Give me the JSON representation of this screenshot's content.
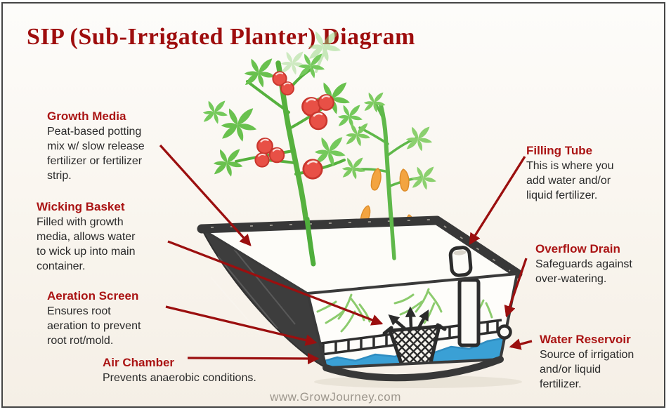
{
  "title": "SIP (Sub-Irrigated Planter) Diagram",
  "footer": "www.GrowJourney.com",
  "labels": [
    {
      "id": "growth-media",
      "heading": "Growth Media",
      "lines": [
        "Peat-based potting",
        "mix w/ slow release",
        "fertilizer or fertilizer",
        "strip."
      ]
    },
    {
      "id": "wicking-basket",
      "heading": "Wicking Basket",
      "lines": [
        "Filled with growth",
        "media, allows water",
        "to wick up into main",
        "container."
      ]
    },
    {
      "id": "aeration-screen",
      "heading": "Aeration Screen",
      "lines": [
        "Ensures root",
        "aeration to prevent",
        "root rot/mold."
      ]
    },
    {
      "id": "air-chamber",
      "heading": "Air Chamber",
      "lines": [
        "Prevents anaerobic conditions."
      ]
    },
    {
      "id": "filling-tube",
      "heading": "Filling Tube",
      "lines": [
        "This is where you",
        "add water and/or",
        "liquid fertilizer."
      ]
    },
    {
      "id": "overflow-drain",
      "heading": "Overflow Drain",
      "lines": [
        "Safeguards against",
        "over-watering."
      ]
    },
    {
      "id": "water-reservoir",
      "heading": "Water Reservoir",
      "lines": [
        "Source of irrigation",
        "and/or liquid",
        "fertilizer."
      ]
    }
  ],
  "colors": {
    "title_red": "#9e0d0d",
    "heading_red": "#aa1414",
    "arrow_red": "#9b0f0f",
    "body_text": "#2a2a2a",
    "footer_gray": "#9c968c",
    "paper_background": "#f8f4ec",
    "planter_dark": "#3d3d3d",
    "water_blue": "#3aa0d5",
    "plant_green": "#56b13e",
    "root_green": "#8ccb6d",
    "tomato_red": "#e85046",
    "pepper_orange": "#f3a440"
  }
}
